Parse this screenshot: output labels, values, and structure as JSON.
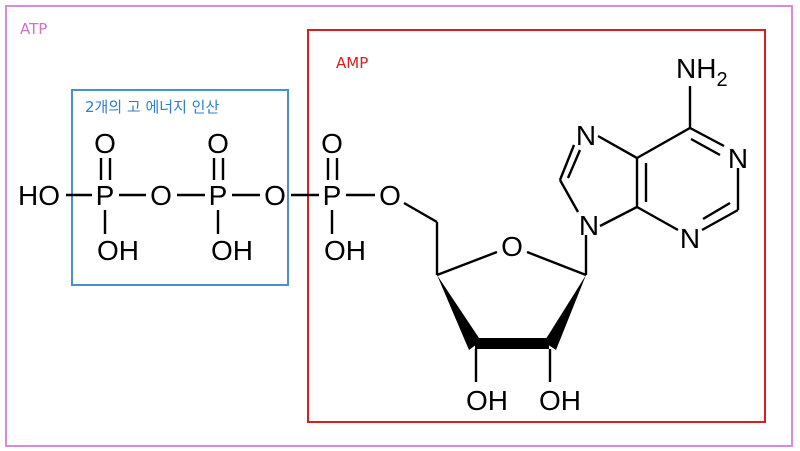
{
  "labels": {
    "atp": "ATP",
    "amp": "AMP",
    "high_energy": "2개의 고 에너지 인산"
  },
  "atoms": {
    "ho_left": "HO",
    "p": "P",
    "o": "O",
    "oh": "OH",
    "n": "N",
    "nh2": "NH",
    "sub2": "2"
  },
  "colors": {
    "atp_box": "#d98ad9",
    "amp_box": "#d81e1e",
    "high_energy_box": "#4a90d0",
    "atp_text": "#cf6fcf",
    "amp_text": "#d81e1e",
    "high_energy_text": "#2f7fc7"
  }
}
